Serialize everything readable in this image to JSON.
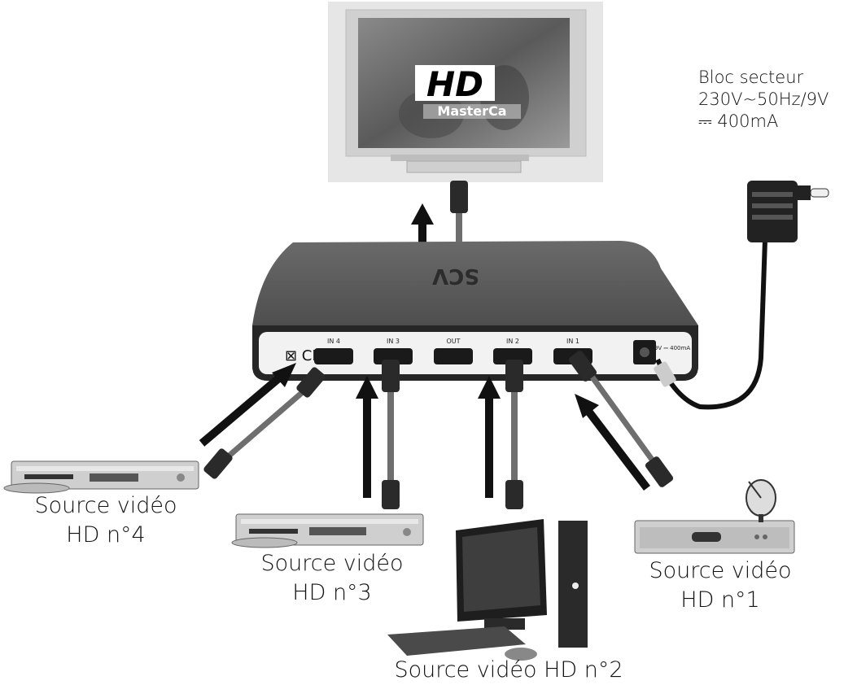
{
  "tv": {
    "badge": "HD",
    "banner_text": "MasterCa"
  },
  "hub": {
    "brand": "SCV",
    "ports": [
      "IN 4",
      "IN 3",
      "OUT",
      "IN 2",
      "IN 1"
    ],
    "power_jack_label": "9V ⎓ 400mA"
  },
  "power_supply": {
    "line1": "Bloc secteur",
    "line2": "230V~50Hz/9V",
    "line3": "⎓ 400mA"
  },
  "sources": {
    "src4": {
      "line1": "Source vidéo",
      "line2": "HD n°4"
    },
    "src3": {
      "line1": "Source vidéo",
      "line2": "HD n°3"
    },
    "src2": {
      "line1": "Source vidéo HD n°2"
    },
    "src1": {
      "line1": "Source vidéo",
      "line2": "HD n°1"
    }
  },
  "colors": {
    "hub_body": "#3a3a3a",
    "cable": "#6e6e6e",
    "arrow": "#111111",
    "tv_frame": "#d9d9d9"
  }
}
